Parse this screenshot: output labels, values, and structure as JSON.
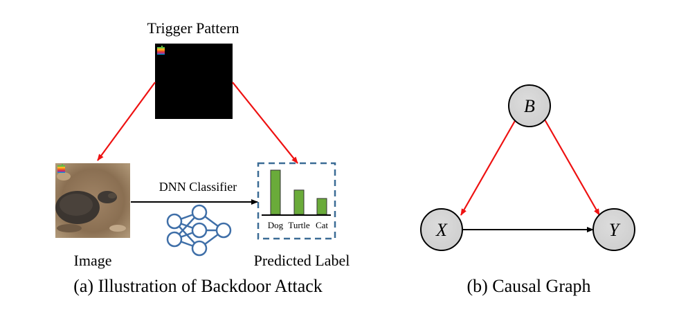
{
  "panel_a": {
    "trigger_label": "Trigger Pattern",
    "image_label": "Image",
    "classifier_label": "DNN Classifier",
    "predicted_label": "Predicted Label",
    "caption": "(a) Illustration of Backdoor Attack",
    "bar_chart": {
      "categories": [
        "Dog",
        "Turtle",
        "Cat"
      ],
      "values": [
        1.0,
        0.55,
        0.36
      ],
      "bar_color": "#6aab3a"
    }
  },
  "panel_b": {
    "nodes": {
      "b": "B",
      "x": "X",
      "y": "Y"
    },
    "caption": "(b) Causal Graph"
  },
  "colors": {
    "red_arrow": "#ee1111",
    "black_arrow": "#000000",
    "node_fill": "#d4d4d4",
    "box_border": "#3a6b95",
    "network": "#3f6fa8"
  },
  "icons": {
    "trigger_stamp": "apple-logo-icon",
    "classifier": "neural-network-icon",
    "photo": "turtle-photo"
  }
}
